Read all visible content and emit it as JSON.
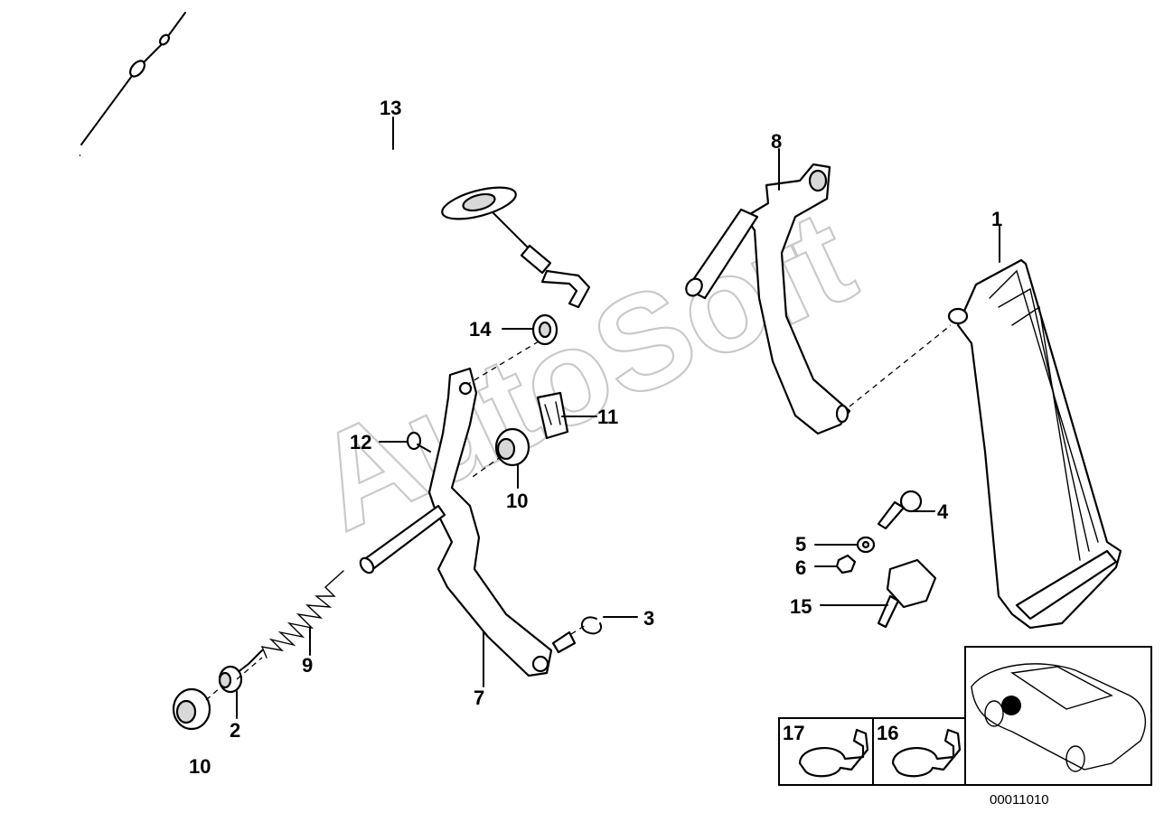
{
  "diagram": {
    "callouts": [
      {
        "id": "c1",
        "text": "1"
      },
      {
        "id": "c2",
        "text": "2"
      },
      {
        "id": "c3",
        "text": "3"
      },
      {
        "id": "c4",
        "text": "4"
      },
      {
        "id": "c5",
        "text": "5"
      },
      {
        "id": "c6",
        "text": "6"
      },
      {
        "id": "c7",
        "text": "7"
      },
      {
        "id": "c8",
        "text": "8"
      },
      {
        "id": "c9",
        "text": "9"
      },
      {
        "id": "c10a",
        "text": "10"
      },
      {
        "id": "c10b",
        "text": "10"
      },
      {
        "id": "c11",
        "text": "11"
      },
      {
        "id": "c12",
        "text": "12"
      },
      {
        "id": "c13",
        "text": "13"
      },
      {
        "id": "c14",
        "text": "14"
      },
      {
        "id": "c15",
        "text": "15"
      },
      {
        "id": "c16",
        "text": "16"
      },
      {
        "id": "c17",
        "text": "17"
      }
    ],
    "watermark": "AutoSoft",
    "document_number": "00011010"
  }
}
